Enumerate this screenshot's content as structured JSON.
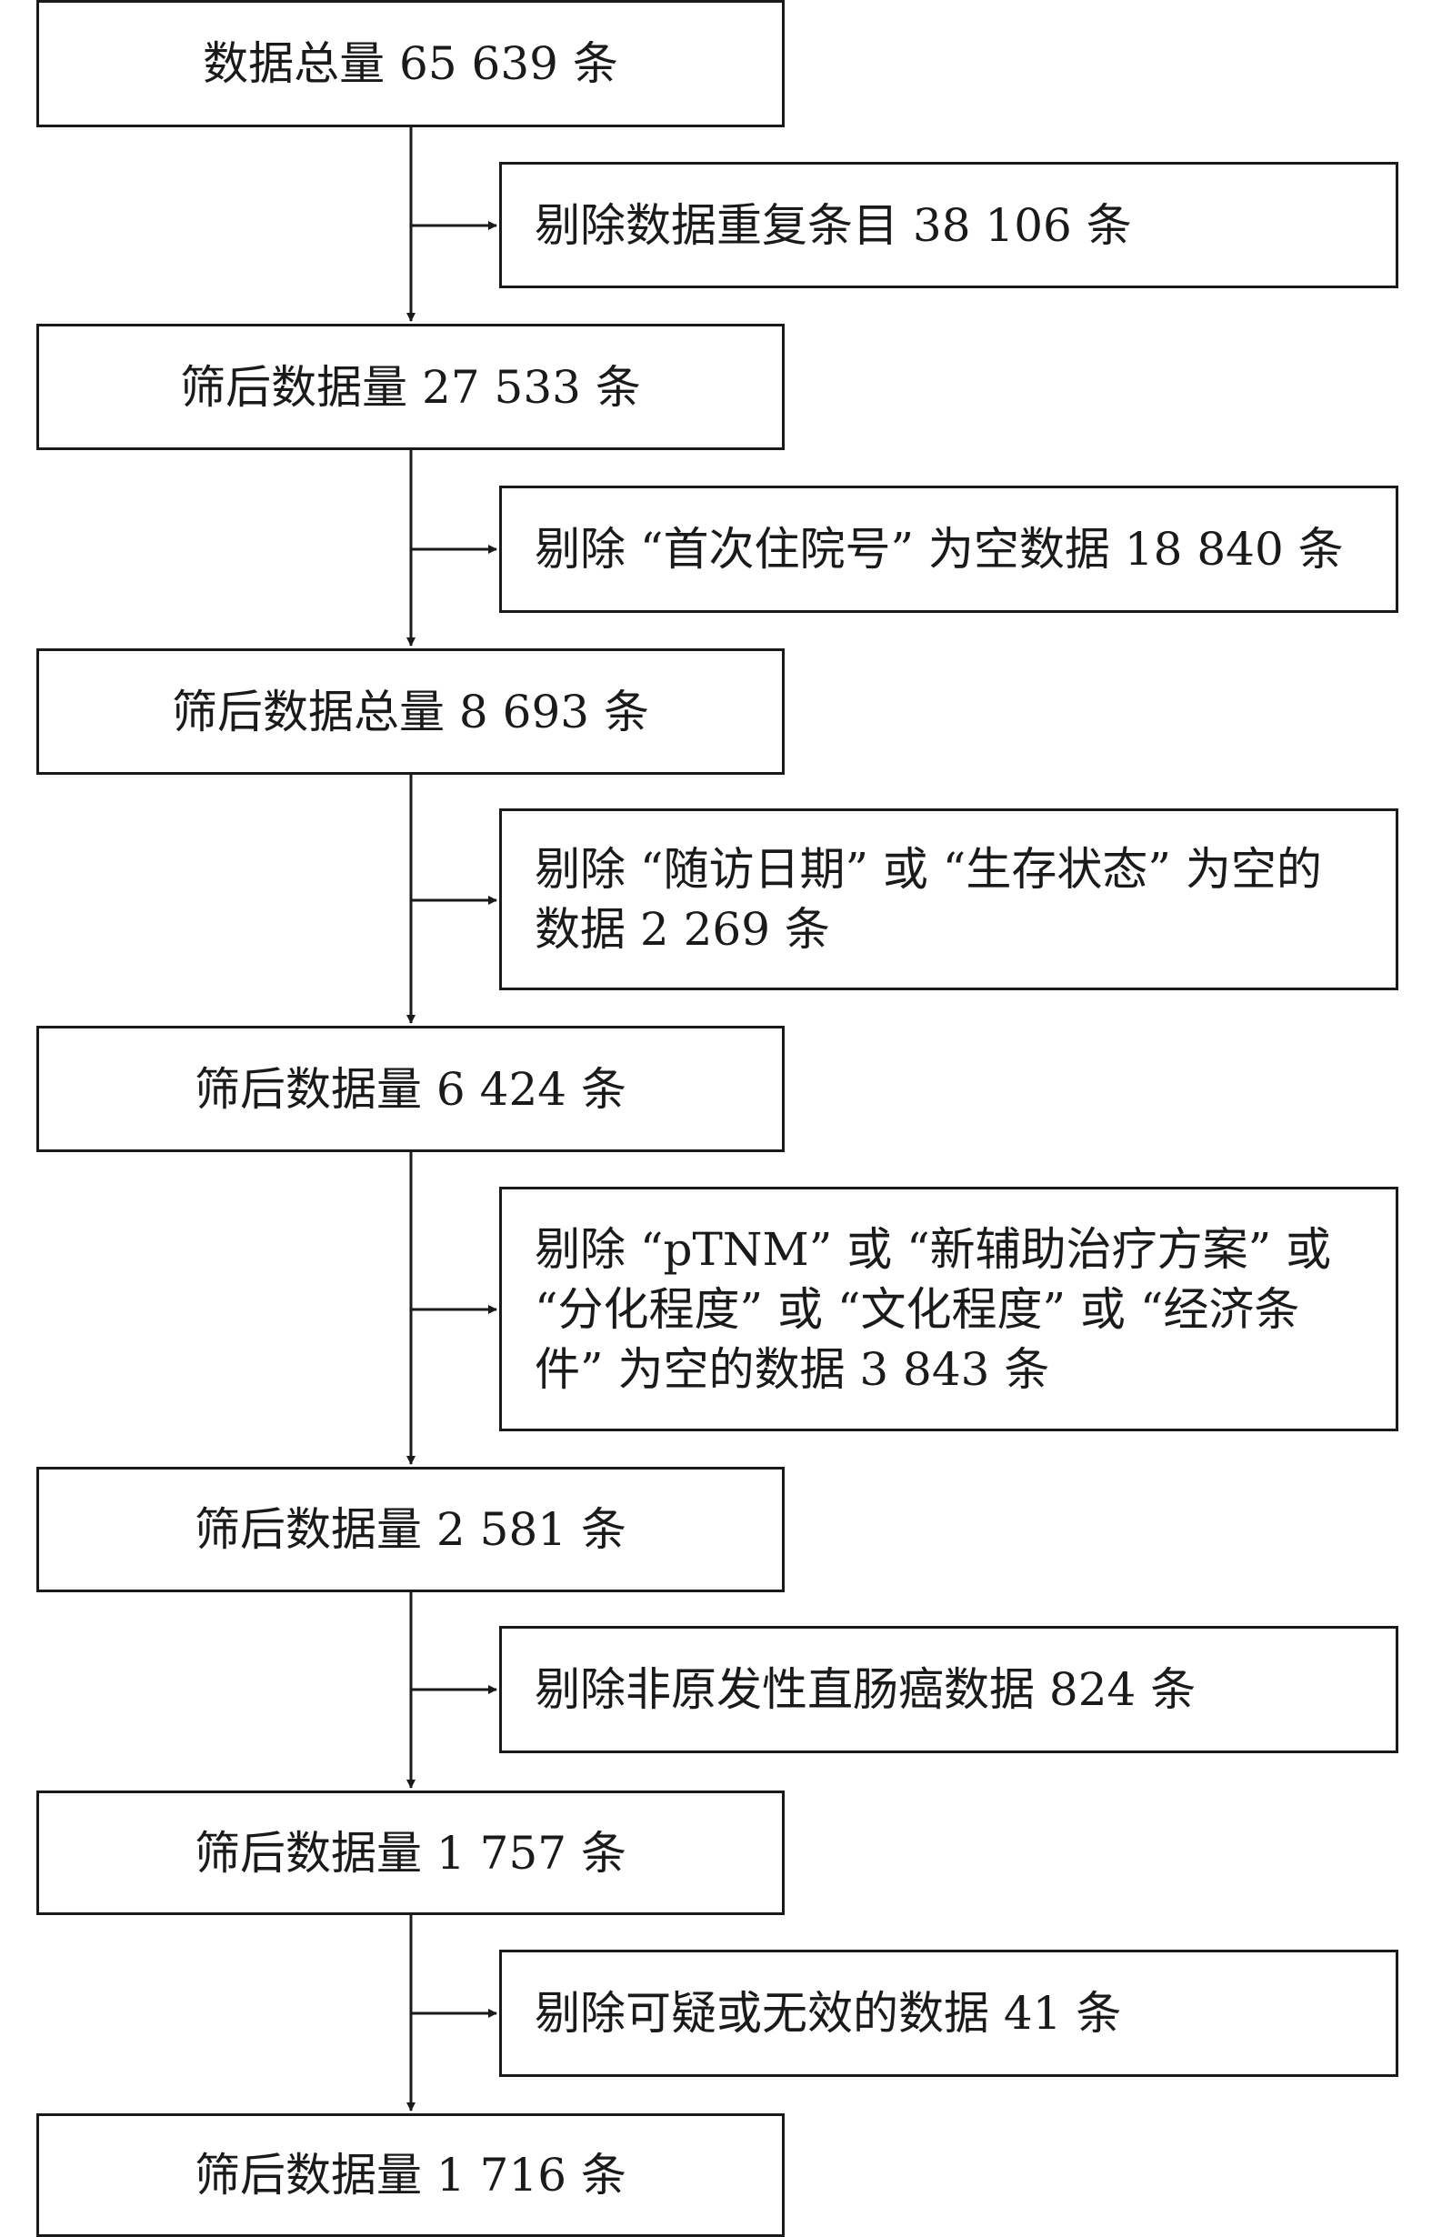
{
  "main_boxes": [
    "数据总量 65 639 条",
    "筛后数据量 27 533 条",
    "筛后数据总量 8 693 条",
    "筛后数据量 6 424 条",
    "筛后数据量 2 581 条",
    "筛后数据量 1 757 条",
    "筛后数据量 1 716 条"
  ],
  "exclusion_boxes": [
    "剔除数据重复条目 38 106 条",
    "剔除 “首次住院号” 为空数据 18 840 条",
    "剔除 “随访日期” 或 “生存状态” 为空的\n数据 2 269 条",
    "剔除 “pTNM” 或 “新辅助治疗方案” 或\n“分化程度” 或 “文化程度” 或 “经济条\n件” 为空的数据 3 843 条",
    "剔除非原发性直肠癌数据 824 条",
    "剔除可疑或无效的数据 41 条"
  ],
  "colors": {
    "line": "#1a1a1a",
    "background": "#ffffff"
  }
}
